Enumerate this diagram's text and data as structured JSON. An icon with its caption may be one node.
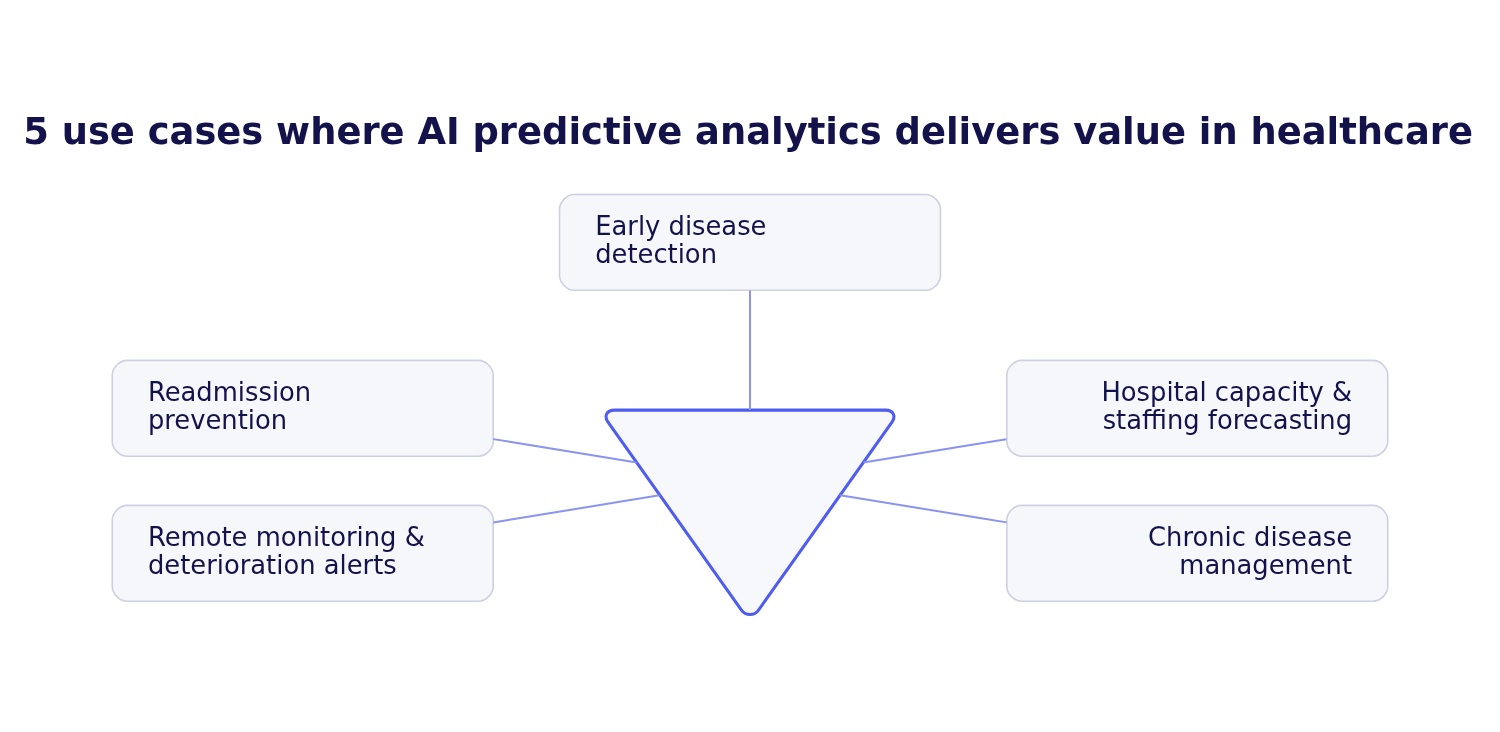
{
  "diagram": {
    "title": "5 use cases where AI predictive analytics delivers value in healthcare",
    "nodes": [
      {
        "text": [
          "Early disease detection"
        ]
      },
      {
        "text": [],
        "shape": "heart"
      },
      {
        "text": [
          "Readmission prevention"
        ]
      },
      {
        "text": [
          "Hospital capacity & staffing forecasting"
        ]
      },
      {
        "text": [
          "Remote monitoring & deterioration alerts"
        ]
      },
      {
        "text": [
          "Chronic disease management"
        ]
      }
    ],
    "edges": [
      {
        "from": 0,
        "to": 1,
        "arrow": "none"
      },
      {
        "from": 2,
        "to": 1,
        "arrow": "none"
      },
      {
        "from": 1,
        "to": 3,
        "arrow": "none"
      },
      {
        "from": 4,
        "to": 1,
        "arrow": "none"
      },
      {
        "from": 1,
        "to": 5,
        "arrow": "none"
      }
    ]
  }
}
